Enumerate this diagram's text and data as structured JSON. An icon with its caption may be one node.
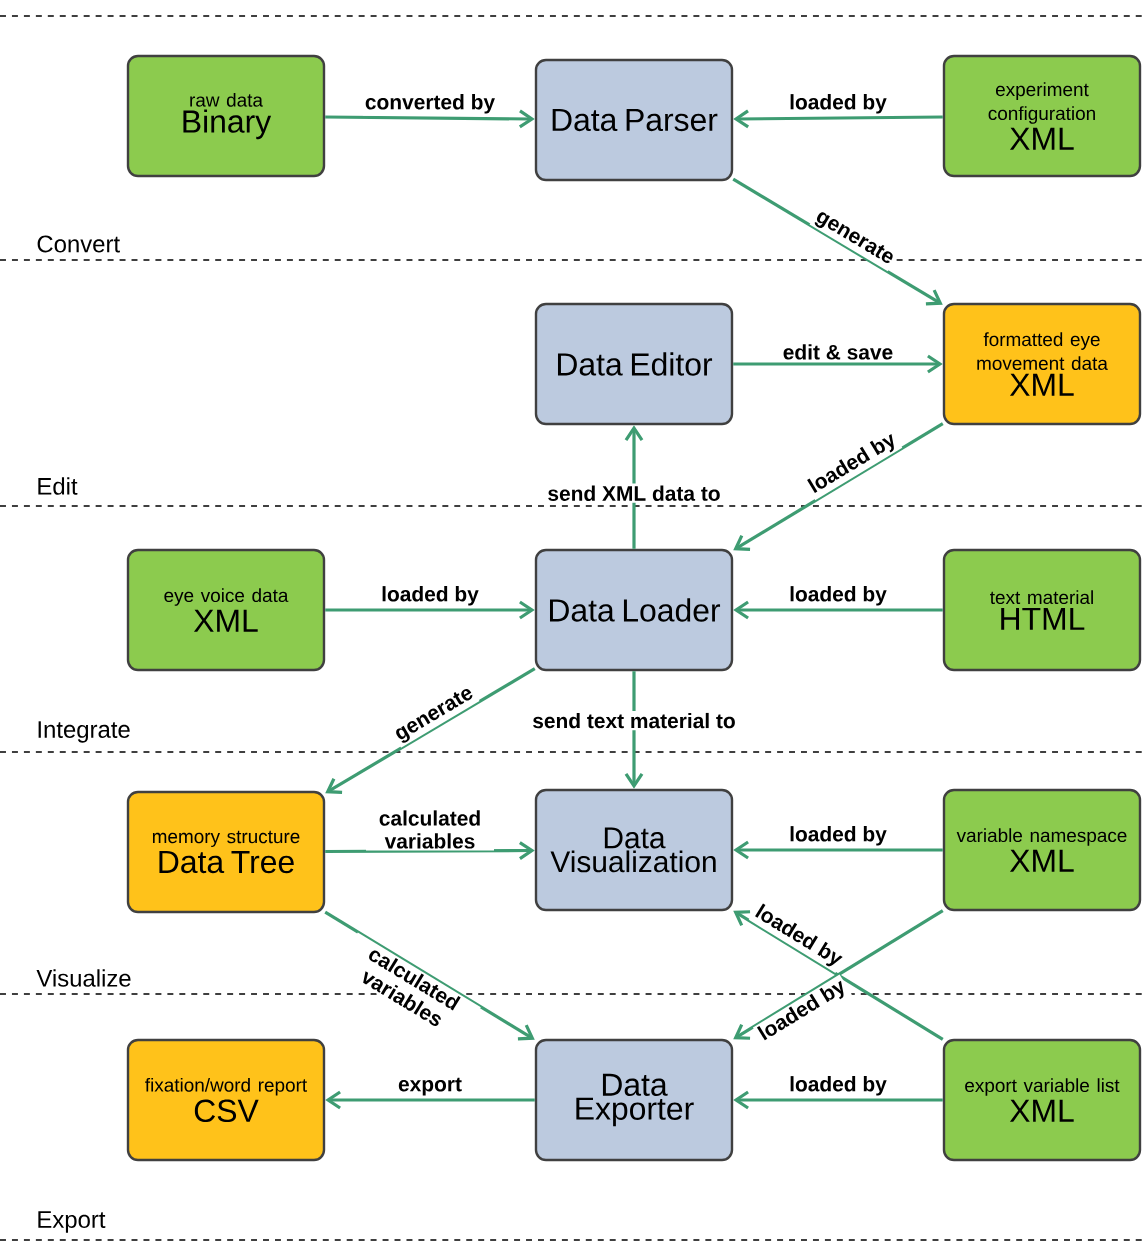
{
  "diagram": {
    "nodes": [
      {
        "text": [
          "raw data",
          "Binary"
        ]
      },
      {
        "text": [
          "Data Parser"
        ]
      },
      {
        "text": [
          "experiment configuration",
          "XML"
        ]
      },
      {
        "text": [
          "Data Editor"
        ]
      },
      {
        "text": [
          "formatted eye movement data",
          "XML"
        ]
      },
      {
        "text": [
          "eye voice data",
          "XML"
        ]
      },
      {
        "text": [
          "Data Loader"
        ]
      },
      {
        "text": [
          "text material",
          "HTML"
        ]
      },
      {
        "text": [
          "memory structure",
          "Data Tree"
        ]
      },
      {
        "text": [
          "Data Visualization"
        ]
      },
      {
        "text": [
          "variable namespace",
          "XML"
        ]
      },
      {
        "text": [
          "fixation/word report",
          "CSV"
        ]
      },
      {
        "text": [
          "Data Exporter"
        ]
      },
      {
        "text": [
          "export variable list",
          "XML"
        ]
      }
    ],
    "edges": [
      {
        "from": 0,
        "to": 1,
        "arrow": "to",
        "label": "converted by"
      },
      {
        "from": 2,
        "to": 1,
        "arrow": "to",
        "label": "loaded by"
      },
      {
        "from": 1,
        "to": 4,
        "arrow": "to",
        "label": "generate"
      },
      {
        "from": 3,
        "to": 4,
        "arrow": "to",
        "label": "edit & save"
      },
      {
        "from": 4,
        "to": 6,
        "arrow": "to",
        "label": "loaded by"
      },
      {
        "from": 6,
        "to": 3,
        "arrow": "to",
        "label": "send XML data to"
      },
      {
        "from": 5,
        "to": 6,
        "arrow": "to",
        "label": "loaded by"
      },
      {
        "from": 7,
        "to": 6,
        "arrow": "to",
        "label": "loaded by"
      },
      {
        "from": 6,
        "to": 8,
        "arrow": "to",
        "label": "generate"
      },
      {
        "from": 6,
        "to": 9,
        "arrow": "to",
        "label": "send text material to"
      },
      {
        "from": 8,
        "to": 9,
        "arrow": "to",
        "label": "calculated variables"
      },
      {
        "from": 8,
        "to": 12,
        "arrow": "to",
        "label": "calculated variables"
      },
      {
        "from": 10,
        "to": 9,
        "arrow": "to",
        "label": "loaded by"
      },
      {
        "from": 10,
        "to": 12,
        "arrow": "to",
        "label": "loaded by"
      },
      {
        "from": 13,
        "to": 9,
        "arrow": "to",
        "label": "loaded by"
      },
      {
        "from": 12,
        "to": 11,
        "arrow": "to",
        "label": "export"
      },
      {
        "from": 13,
        "to": 12,
        "arrow": "to",
        "label": "loaded by"
      }
    ],
    "labels": [
      "Convert",
      "Edit",
      "Integrate",
      "Visualize",
      "Export"
    ]
  }
}
